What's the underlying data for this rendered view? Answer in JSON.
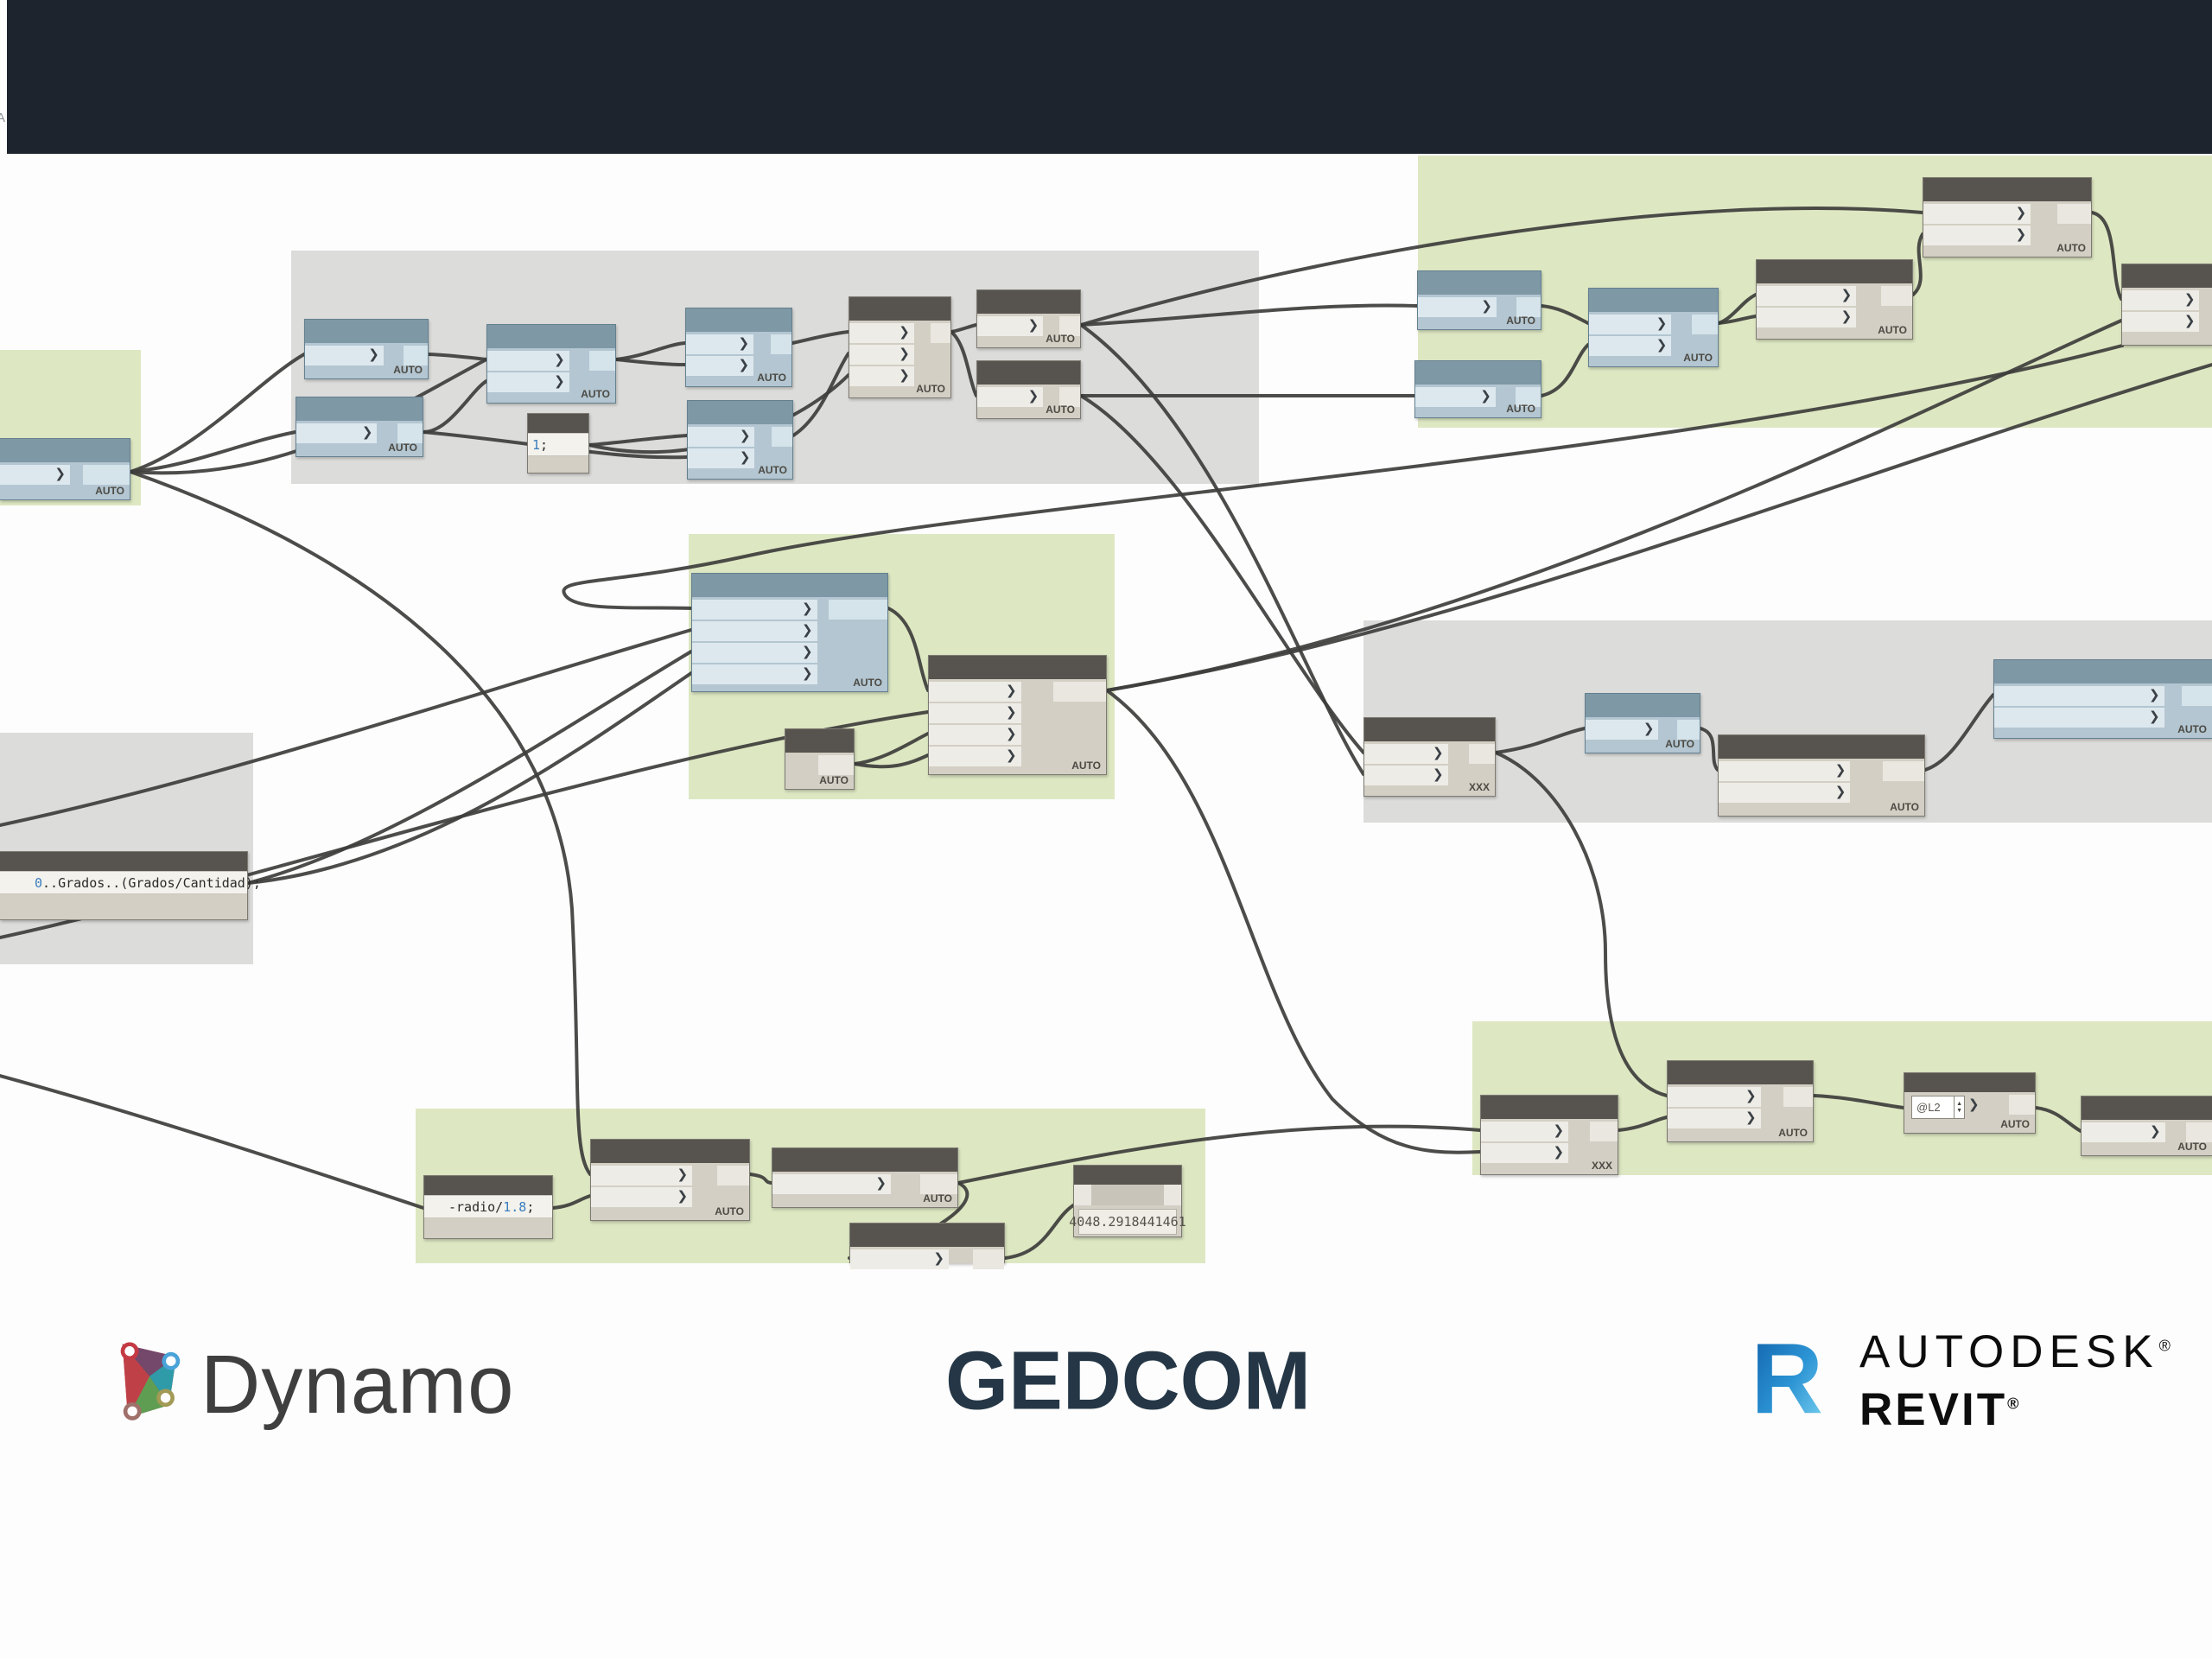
{
  "topbar": {
    "stray_letter": "A"
  },
  "labels": {
    "auto": "AUTO",
    "xxx": "XXX"
  },
  "icons": {
    "port_chevron": "❯",
    "spinner_up": "▲",
    "spinner_down": "▼",
    "dynamo_logo": "dynamo-kite-icon",
    "revit_logo": "revit-r-icon"
  },
  "code": {
    "range": {
      "number": "0",
      "rest": "..Grados..(Grados/Cantidad);"
    },
    "one": {
      "number": "1",
      "rest": ";"
    },
    "radio": {
      "pre": "-radio/",
      "number": "1.8",
      "post": ";"
    }
  },
  "values": {
    "watch": "4048.2918441461",
    "level": "@L2"
  },
  "logos": {
    "dynamo": "Dynamo",
    "gedcom": "GEDCOM",
    "autodesk": "AUTODESK",
    "revit": "REVIT",
    "registered": "®"
  },
  "colors": {
    "topbar": "#1e242e",
    "group_green": "#dde7c2",
    "group_gray": "#dcdcda",
    "node_header": "#57534e",
    "node_header_selected": "#7e98a6",
    "node_body": "#d3cfc4",
    "node_body_selected": "#b3c6d1",
    "wire": "#3e3e3c",
    "code_number": "#3a7dbf",
    "gedcom_navy": "#253746"
  }
}
